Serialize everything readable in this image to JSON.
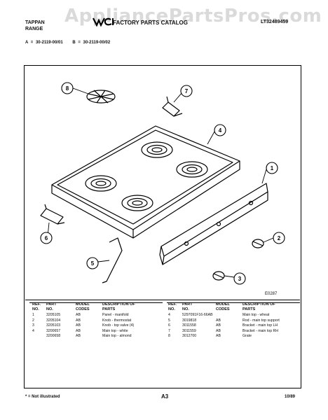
{
  "watermark": "AppliancePartsPros.com",
  "header": {
    "brand_line1": "TAPPAN",
    "brand_line2": "RANGE",
    "catalog_title": "FACTORY PARTS CATALOG",
    "page_id": "LT32489459"
  },
  "models": {
    "a": "A = 30-2119-00/01",
    "b": "B = 30-2119-00/02"
  },
  "diagram": {
    "callouts": [
      "1",
      "2",
      "3",
      "4",
      "5",
      "6",
      "7",
      "8"
    ],
    "code": "E0287"
  },
  "table": {
    "headers": {
      "ref_no": "REF. NO.",
      "part_no": "PART NO.",
      "model_codes": "MODEL CODES",
      "description": "DESCRIPTION OF PARTS"
    },
    "left_rows": [
      {
        "ref": "1",
        "part": "3205105",
        "model": "AB",
        "desc": "Panel - manifold"
      },
      {
        "ref": "2",
        "part": "3205104",
        "model": "AB",
        "desc": "Knob - thermostat"
      },
      {
        "ref": "3",
        "part": "3205103",
        "model": "AB",
        "desc": "Knob - top valve (4)"
      },
      {
        "ref": "4",
        "part": "3200657",
        "model": "AB",
        "desc": "Main top - white"
      },
      {
        "ref": "",
        "part": "3200658",
        "model": "AB",
        "desc": "Main top - almond"
      }
    ],
    "right_rows": [
      {
        "ref": "4",
        "part": "5297091F16-66AB",
        "model": "",
        "desc": "Main top - wheat"
      },
      {
        "ref": "5",
        "part": "3019818",
        "model": "AB",
        "desc": "Rod - main top support"
      },
      {
        "ref": "6",
        "part": "3011558",
        "model": "AB",
        "desc": "Bracket - main top LH"
      },
      {
        "ref": "7",
        "part": "3011559",
        "model": "AB",
        "desc": "Bracket - main top RH"
      },
      {
        "ref": "8",
        "part": "3012700",
        "model": "AB",
        "desc": "Grate"
      }
    ]
  },
  "footer": {
    "note": "* = Not illustrated",
    "page": "A3",
    "date": "10/89"
  }
}
